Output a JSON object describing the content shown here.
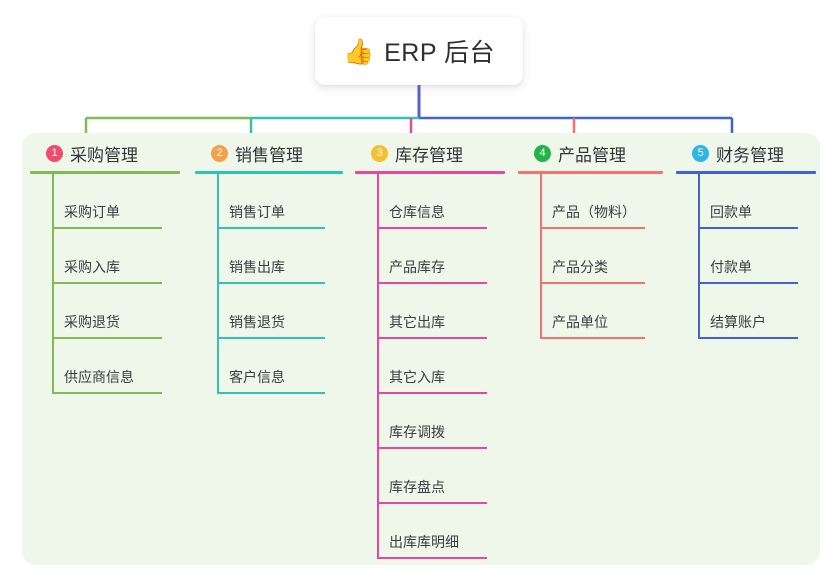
{
  "diagram": {
    "type": "mindmap",
    "background": "#ffffff",
    "panel_color": "#eef7e9",
    "root": {
      "icon": "thumbs-up-icon",
      "emoji": "👍",
      "title": "ERP 后台",
      "card_color": "#ffffff"
    },
    "trunk_color": "#5b5fc7",
    "columns": [
      {
        "number": "1",
        "title": "采购管理",
        "badge_color": "#ef4b6e",
        "line_color": "#7fba55",
        "items": [
          "采购订单",
          "采购入库",
          "采购退货",
          "供应商信息"
        ]
      },
      {
        "number": "2",
        "title": "销售管理",
        "badge_color": "#f5a04a",
        "line_color": "#2ec4b0",
        "items": [
          "销售订单",
          "销售出库",
          "销售退货",
          "客户信息"
        ]
      },
      {
        "number": "3",
        "title": "库存管理",
        "badge_color": "#f5bf2e",
        "line_color": "#e8479b",
        "items": [
          "仓库信息",
          "产品库存",
          "其它出库",
          "其它入库",
          "库存调拨",
          "库存盘点",
          "出库库明细"
        ]
      },
      {
        "number": "4",
        "title": "产品管理",
        "badge_color": "#22b34b",
        "line_color": "#f4716e",
        "items": [
          "产品（物料）",
          "产品分类",
          "产品单位"
        ]
      },
      {
        "number": "5",
        "title": "财务管理",
        "badge_color": "#2fb5e8",
        "line_color": "#4062d4",
        "items": [
          "回款单",
          "付款单",
          "结算账户"
        ]
      }
    ]
  }
}
